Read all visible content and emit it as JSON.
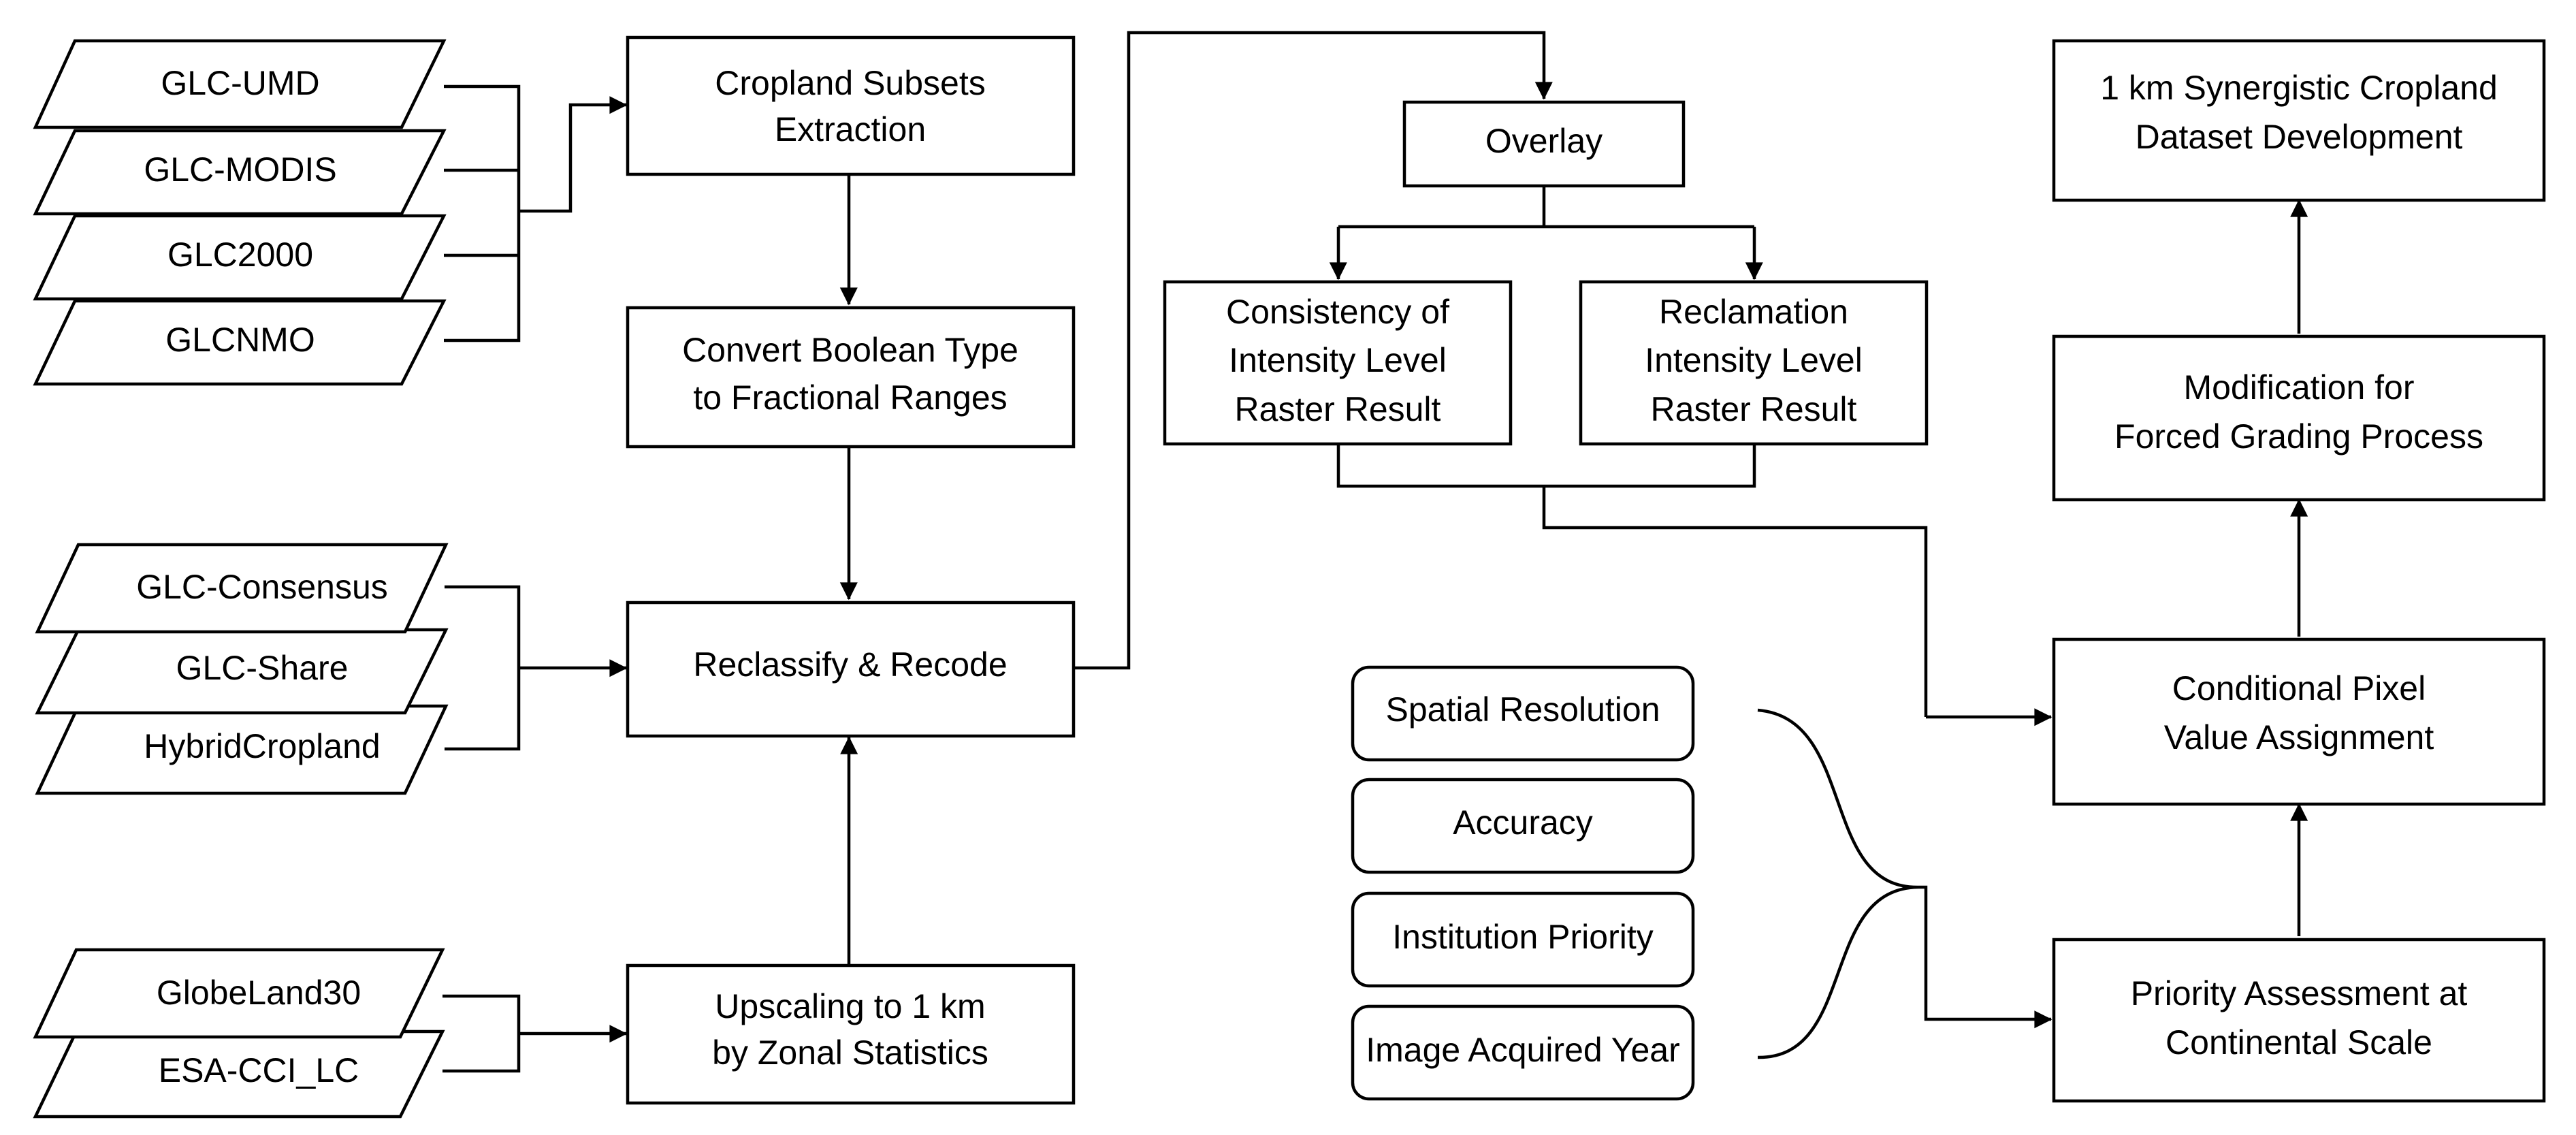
{
  "datasets": {
    "group1": [
      "GLC-UMD",
      "GLC-MODIS",
      "GLC2000",
      "GLCNMO"
    ],
    "group2": [
      "GLC-Consensus",
      "GLC-Share",
      "HybridCropland"
    ],
    "group3": [
      "GlobeLand30",
      "ESA-CCI_LC"
    ]
  },
  "steps": {
    "cropland_extraction": [
      "Cropland Subsets",
      "Extraction"
    ],
    "convert_boolean": [
      "Convert Boolean Type",
      "to Fractional Ranges"
    ],
    "reclassify": [
      "Reclassify & Recode"
    ],
    "upscaling": [
      "Upscaling to 1 km",
      "by Zonal Statistics"
    ],
    "overlay": [
      "Overlay"
    ],
    "consistency": [
      "Consistency of",
      "Intensity Level",
      "Raster Result"
    ],
    "reclamation": [
      "Reclamation",
      "Intensity Level",
      "Raster Result"
    ],
    "synergistic": [
      "1 km Synergistic Cropland",
      "Dataset Development"
    ],
    "modification": [
      "Modification for",
      "Forced Grading Process"
    ],
    "conditional": [
      "Conditional Pixel",
      "Value Assignment"
    ],
    "priority_assessment": [
      "Priority Assessment at",
      "Continental Scale"
    ]
  },
  "criteria": [
    "Spatial Resolution",
    "Accuracy",
    "Institution Priority",
    "Image Acquired Year"
  ],
  "colors": {
    "stroke": "#000000",
    "fill": "#ffffff",
    "text": "#000000"
  }
}
